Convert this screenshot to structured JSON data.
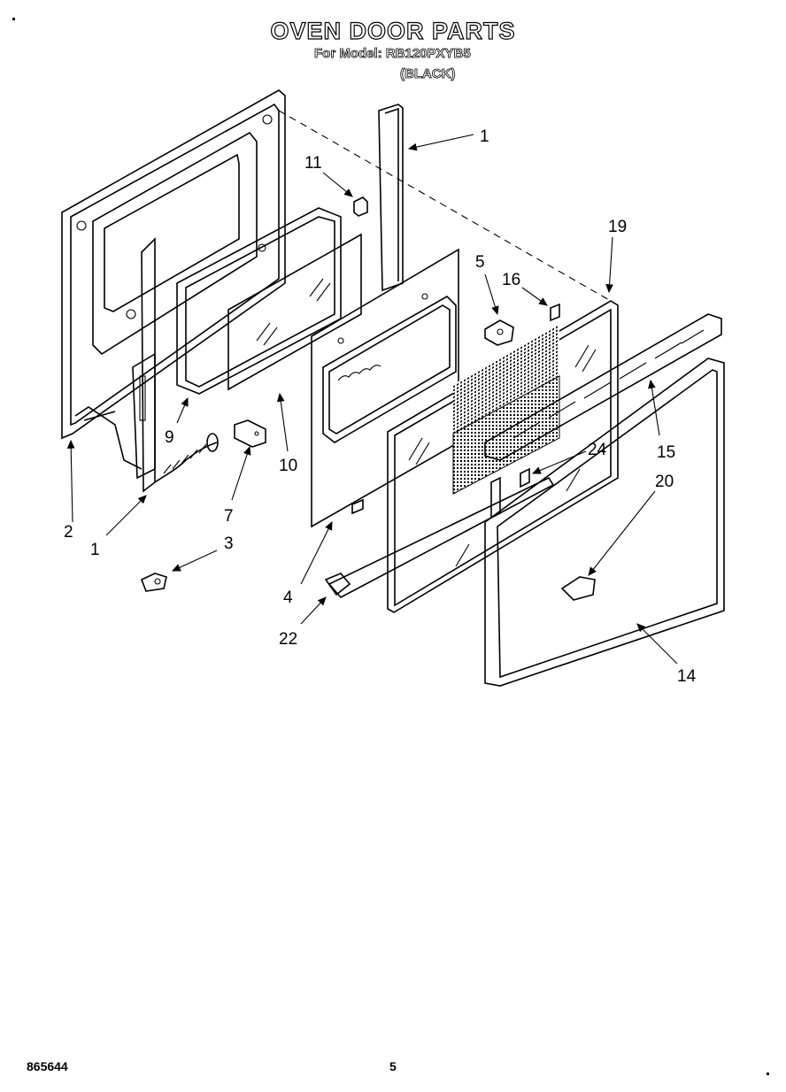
{
  "header": {
    "title": "OVEN DOOR PARTS",
    "model_line": "For Model: RB120PXYB5",
    "color_line": "(BLACK)"
  },
  "callouts": [
    "1",
    "11",
    "19",
    "5",
    "16",
    "15",
    "20",
    "24",
    "2",
    "1",
    "9",
    "10",
    "7",
    "3",
    "4",
    "22",
    "14"
  ],
  "footer": {
    "doc_number": "865644",
    "page_number": "5"
  }
}
